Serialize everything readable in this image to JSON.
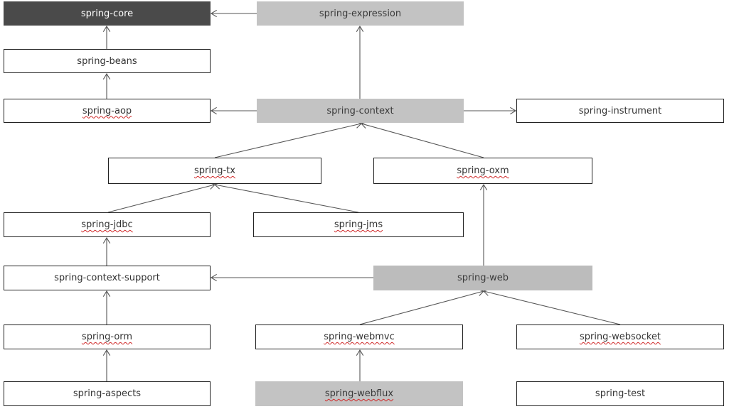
{
  "modules": {
    "spring_core": "spring-core",
    "spring_expression": "spring-expression",
    "spring_beans": "spring-beans",
    "spring_aop": "spring-aop",
    "spring_context": "spring-context",
    "spring_instrument": "spring-instrument",
    "spring_tx": "spring-tx",
    "spring_oxm": "spring-oxm",
    "spring_jdbc": "spring-jdbc",
    "spring_jms": "spring-jms",
    "spring_context_support": "spring-context-support",
    "spring_web": "spring-web",
    "spring_orm": "spring-orm",
    "spring_webmvc": "spring-webmvc",
    "spring_websocket": "spring-websocket",
    "spring_aspects": "spring-aspects",
    "spring_webflux": "spring-webflux",
    "spring_test": "spring-test"
  },
  "colors": {
    "dark_fill": "#4a4a4a",
    "light_fill": "#c3c3c3",
    "border": "#222222",
    "arrow": "#555555",
    "spellcheck_underline": "#d02a2a"
  },
  "dependencies": [
    {
      "from": "spring_expression",
      "to": "spring_core"
    },
    {
      "from": "spring_beans",
      "to": "spring_core"
    },
    {
      "from": "spring_aop",
      "to": "spring_beans"
    },
    {
      "from": "spring_context",
      "to": "spring_expression"
    },
    {
      "from": "spring_context",
      "to": "spring_aop"
    },
    {
      "from": "spring_context",
      "to": "spring_instrument"
    },
    {
      "from": "spring_tx",
      "to": "spring_context"
    },
    {
      "from": "spring_oxm",
      "to": "spring_context"
    },
    {
      "from": "spring_jdbc",
      "to": "spring_tx"
    },
    {
      "from": "spring_jms",
      "to": "spring_tx"
    },
    {
      "from": "spring_context_support",
      "to": "spring_jdbc"
    },
    {
      "from": "spring_web",
      "to": "spring_oxm"
    },
    {
      "from": "spring_web",
      "to": "spring_context_support"
    },
    {
      "from": "spring_orm",
      "to": "spring_context_support"
    },
    {
      "from": "spring_webmvc",
      "to": "spring_web"
    },
    {
      "from": "spring_websocket",
      "to": "spring_web"
    },
    {
      "from": "spring_aspects",
      "to": "spring_orm"
    },
    {
      "from": "spring_webflux",
      "to": "spring_webmvc"
    }
  ]
}
